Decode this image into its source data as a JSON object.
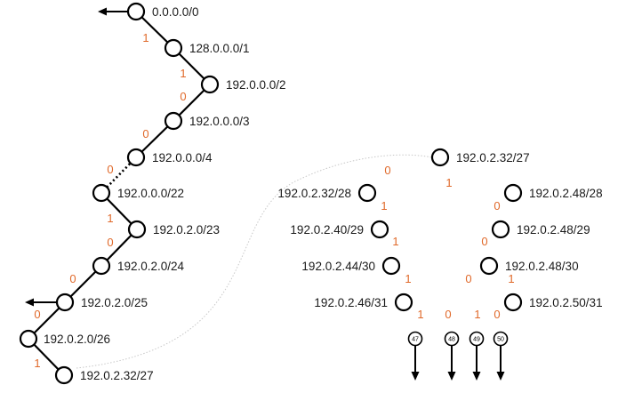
{
  "left_chain": {
    "nodes": [
      "0.0.0.0/0",
      "128.0.0.0/1",
      "192.0.0.0/2",
      "192.0.0.0/3",
      "192.0.0.0/4",
      "192.0.0.0/22",
      "192.0.2.0/23",
      "192.0.2.0/24",
      "192.0.2.0/25",
      "192.0.2.0/26",
      "192.0.2.32/27"
    ],
    "bits": [
      "1",
      "1",
      "0",
      "0",
      "0",
      "1",
      "0",
      "0",
      "0",
      "1"
    ]
  },
  "right_tree": {
    "root": "192.0.2.32/27",
    "left_branch": {
      "nodes": [
        "192.0.2.32/28",
        "192.0.2.40/29",
        "192.0.2.44/30",
        "192.0.2.46/31"
      ],
      "bits": [
        "0",
        "1",
        "1",
        "1",
        "1"
      ]
    },
    "right_branch": {
      "nodes": [
        "192.0.2.48/28",
        "192.0.2.48/29",
        "192.0.2.48/30",
        "192.0.2.50/31"
      ],
      "bits": [
        "1",
        "0",
        "0",
        "1"
      ]
    },
    "sub_bits_48_30": [
      "0",
      "1"
    ],
    "leaf_bits": [
      "0",
      "1",
      "0"
    ],
    "leaves": [
      "47",
      "48",
      "49",
      "50"
    ]
  }
}
